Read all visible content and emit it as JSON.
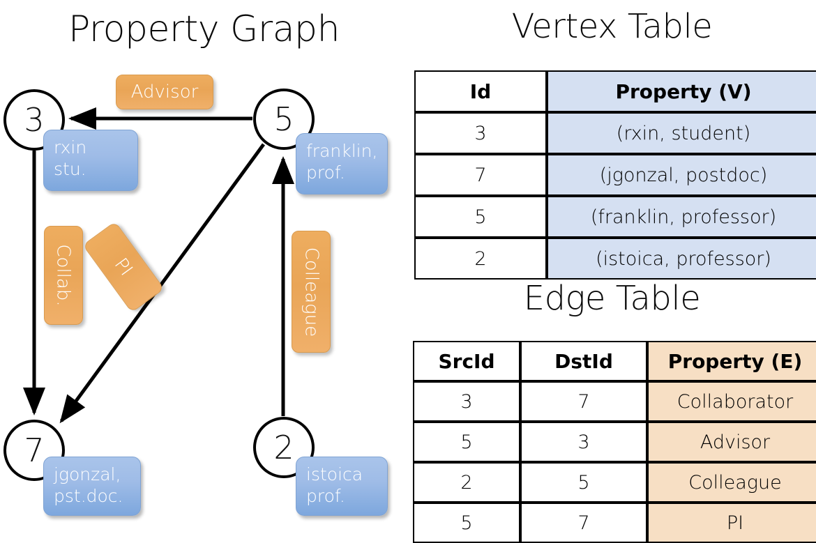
{
  "titles": {
    "property_graph": "Property Graph",
    "vertex_table": "Vertex Table",
    "edge_table": "Edge Table"
  },
  "graph": {
    "nodes": [
      {
        "id": "3",
        "label": "3",
        "property_text": "rxin\nstu."
      },
      {
        "id": "5",
        "label": "5",
        "property_text": "franklin,\nprof."
      },
      {
        "id": "7",
        "label": "7",
        "property_text": "jgonzal,\npst.doc."
      },
      {
        "id": "2",
        "label": "2",
        "property_text": "istoica\nprof."
      }
    ],
    "edge_labels": {
      "advisor": "Advisor",
      "collab": "Collab.",
      "pi": "PI",
      "colleague": "Colleague"
    },
    "edges": [
      {
        "from": "5",
        "to": "3",
        "label": "Advisor"
      },
      {
        "from": "3",
        "to": "7",
        "label": "Collab."
      },
      {
        "from": "5",
        "to": "7",
        "label": "PI"
      },
      {
        "from": "2",
        "to": "5",
        "label": "Colleague"
      }
    ]
  },
  "vertex_table": {
    "headers": [
      "Id",
      "Property (V)"
    ],
    "rows": [
      {
        "id": "3",
        "property": "(rxin, student)"
      },
      {
        "id": "7",
        "property": "(jgonzal, postdoc)"
      },
      {
        "id": "5",
        "property": "(franklin, professor)"
      },
      {
        "id": "2",
        "property": "(istoica, professor)"
      }
    ]
  },
  "edge_table": {
    "headers": [
      "SrcId",
      "DstId",
      "Property (E)"
    ],
    "rows": [
      {
        "src": "3",
        "dst": "7",
        "property": "Collaborator"
      },
      {
        "src": "5",
        "dst": "3",
        "property": "Advisor"
      },
      {
        "src": "2",
        "dst": "5",
        "property": "Colleague"
      },
      {
        "src": "5",
        "dst": "7",
        "property": "PI"
      }
    ]
  },
  "colors": {
    "vertex_property_fill": "#d5e0f2",
    "edge_property_fill": "#f7dfc4",
    "node_box_blue": "#9fbce7",
    "edge_label_orange": "#e9a557",
    "background": "#ffffff",
    "stroke": "#000000"
  }
}
